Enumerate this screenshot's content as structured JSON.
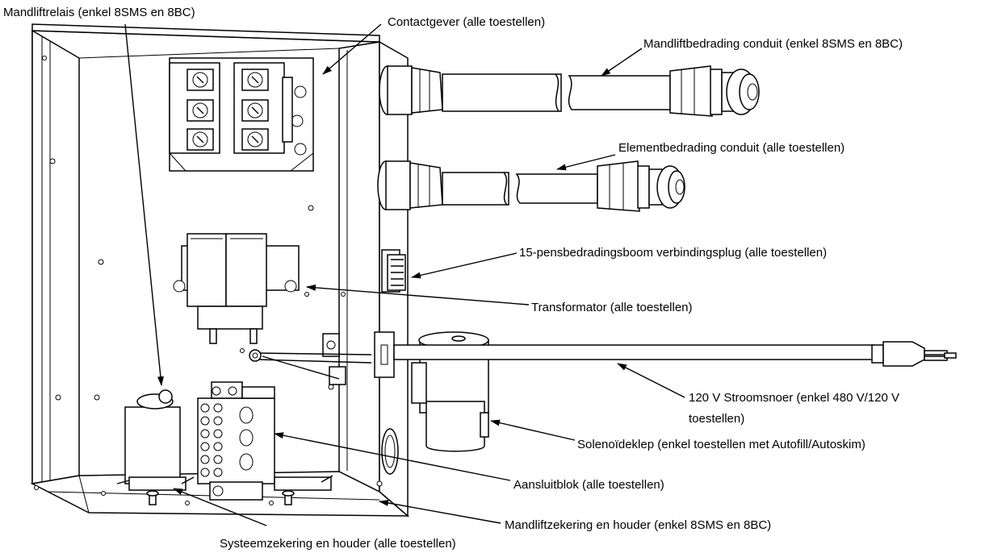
{
  "diagram": {
    "labels": [
      {
        "id": "mandliftrelais",
        "lines": [
          "Mandliftrelais (enkel 8SMS en 8BC)"
        ]
      },
      {
        "id": "contactgever",
        "lines": [
          "Contactgever (alle toestellen)"
        ]
      },
      {
        "id": "mandlift-conduit",
        "lines": [
          "Mandliftbedrading conduit (enkel 8SMS en 8BC)"
        ]
      },
      {
        "id": "element-conduit",
        "lines": [
          "Elementbedrading conduit (alle toestellen)"
        ]
      },
      {
        "id": "verbindingsplug",
        "lines": [
          "15-pensbedradingsboom verbindingsplug (alle toestellen)"
        ]
      },
      {
        "id": "transformator",
        "lines": [
          "Transformator (alle toestellen)"
        ]
      },
      {
        "id": "stroomsnoer",
        "lines": [
          "120 V Stroomsnoer (enkel 480 V/120 V",
          "toestellen)"
        ]
      },
      {
        "id": "solenoideklep",
        "lines": [
          "Solenoïdeklep (enkel toestellen met Autofill/Autoskim)"
        ]
      },
      {
        "id": "aansluitblok",
        "lines": [
          "Aansluitblok (alle toestellen)"
        ]
      },
      {
        "id": "mandlift-zekering",
        "lines": [
          "Mandliftzekering en houder (enkel 8SMS en 8BC)"
        ]
      },
      {
        "id": "systeemzekering",
        "lines": [
          "Systeemzekering en houder (alle toestellen)"
        ]
      }
    ]
  }
}
